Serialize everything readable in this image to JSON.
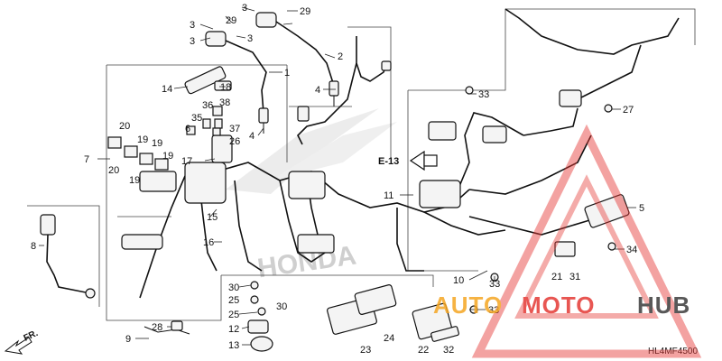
{
  "diagram": {
    "reference_code": "HL4MF4500",
    "section_ref": "E-13",
    "direction_label": "FR.",
    "brand_watermark": "HONDA",
    "callouts": [
      {
        "id": "c3a",
        "text": "3"
      },
      {
        "id": "c29a",
        "text": "29"
      },
      {
        "id": "c3b",
        "text": "3"
      },
      {
        "id": "c3c",
        "text": "3"
      },
      {
        "id": "c29b",
        "text": "29"
      },
      {
        "id": "c3d",
        "text": "3"
      },
      {
        "id": "c2",
        "text": "2"
      },
      {
        "id": "c1",
        "text": "1"
      },
      {
        "id": "c4a",
        "text": "4"
      },
      {
        "id": "c4b",
        "text": "4"
      },
      {
        "id": "c14",
        "text": "14"
      },
      {
        "id": "c18",
        "text": "18"
      },
      {
        "id": "c36",
        "text": "36"
      },
      {
        "id": "c38",
        "text": "38"
      },
      {
        "id": "c35",
        "text": "35"
      },
      {
        "id": "c37",
        "text": "37"
      },
      {
        "id": "c6",
        "text": "6"
      },
      {
        "id": "c26",
        "text": "26"
      },
      {
        "id": "c20a",
        "text": "20"
      },
      {
        "id": "c19a",
        "text": "19"
      },
      {
        "id": "c19b",
        "text": "19"
      },
      {
        "id": "c7",
        "text": "7"
      },
      {
        "id": "c20b",
        "text": "20"
      },
      {
        "id": "c19c",
        "text": "19"
      },
      {
        "id": "c19d",
        "text": "19"
      },
      {
        "id": "c17",
        "text": "17"
      },
      {
        "id": "c15",
        "text": "15"
      },
      {
        "id": "c16",
        "text": "16"
      },
      {
        "id": "c8",
        "text": "8"
      },
      {
        "id": "c30a",
        "text": "30"
      },
      {
        "id": "c25a",
        "text": "25"
      },
      {
        "id": "c30b",
        "text": "30"
      },
      {
        "id": "c25b",
        "text": "25"
      },
      {
        "id": "c12",
        "text": "12"
      },
      {
        "id": "c13",
        "text": "13"
      },
      {
        "id": "c28",
        "text": "28"
      },
      {
        "id": "c9",
        "text": "9"
      },
      {
        "id": "c33a",
        "text": "33"
      },
      {
        "id": "c27",
        "text": "27"
      },
      {
        "id": "c11",
        "text": "11"
      },
      {
        "id": "c5",
        "text": "5"
      },
      {
        "id": "c34",
        "text": "34"
      },
      {
        "id": "c21",
        "text": "21"
      },
      {
        "id": "c31",
        "text": "31"
      },
      {
        "id": "c10",
        "text": "10"
      },
      {
        "id": "c33b",
        "text": "33"
      },
      {
        "id": "c33c",
        "text": "33"
      },
      {
        "id": "c23",
        "text": "23"
      },
      {
        "id": "c24",
        "text": "24"
      },
      {
        "id": "c22",
        "text": "22"
      },
      {
        "id": "c32",
        "text": "32"
      }
    ]
  },
  "watermark": {
    "brand_part_1": "AUTO",
    "brand_part_2": "MOTO",
    "brand_part_3": "HUB",
    "colors": {
      "red": "#e53935",
      "orange": "#f5a623",
      "dark": "#3c3c3c"
    }
  }
}
